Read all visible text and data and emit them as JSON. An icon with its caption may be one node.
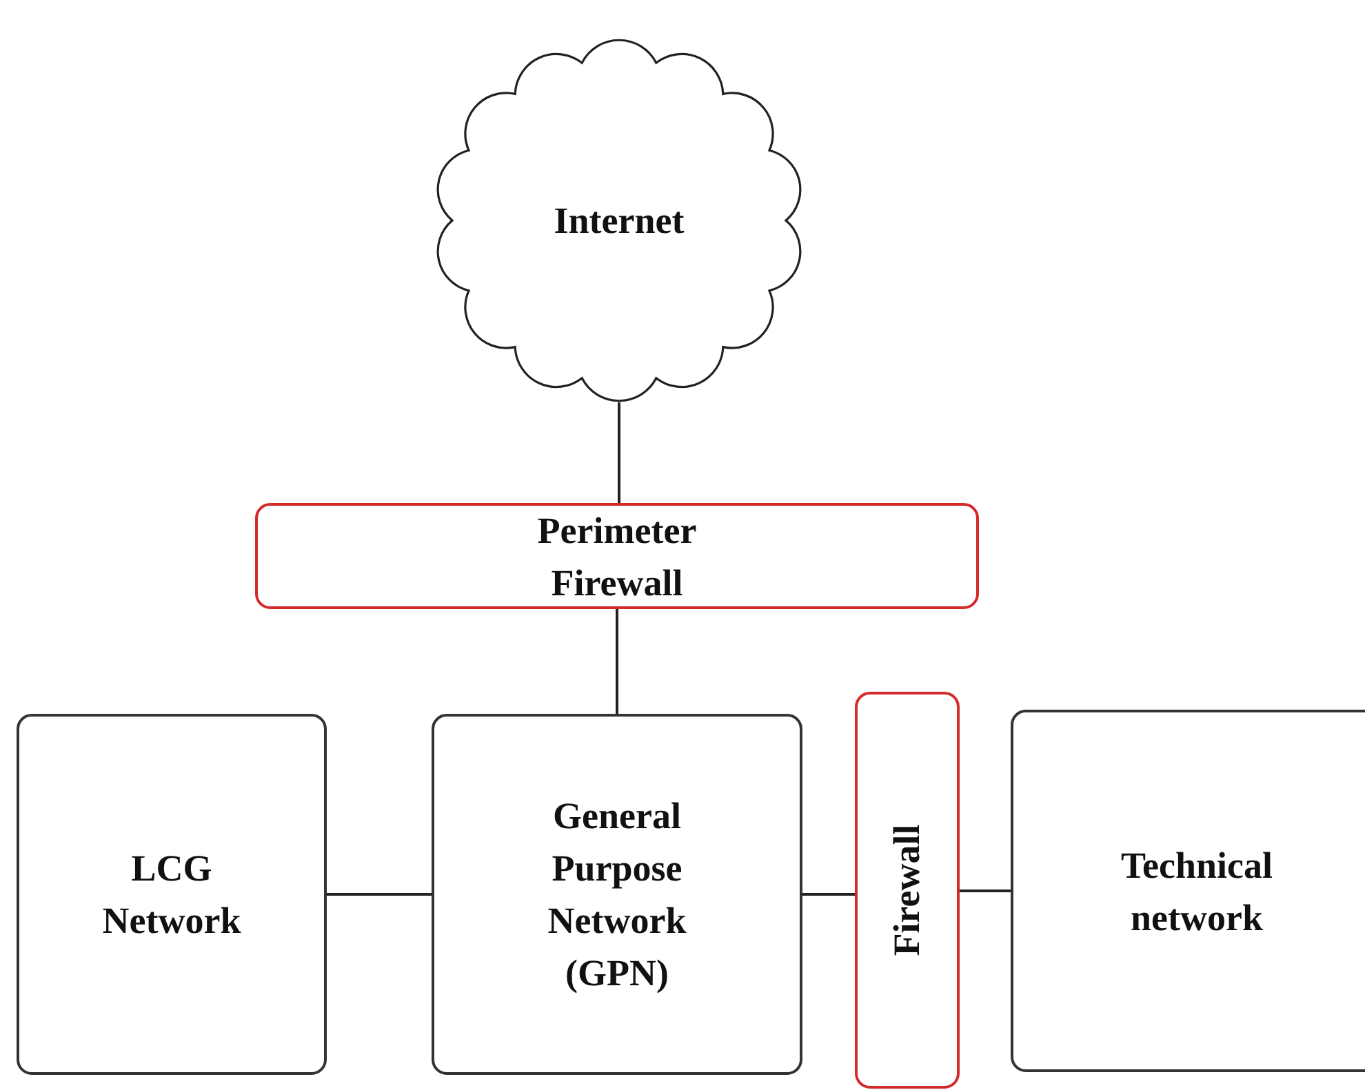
{
  "diagram": {
    "nodes": [
      {
        "text": [
          "Internet"
        ]
      },
      {
        "text": [
          "Perimeter Firewall"
        ]
      },
      {
        "text": [
          "LCG Network"
        ]
      },
      {
        "text": [
          "General Purpose Network (GPN)"
        ]
      },
      {
        "text": [
          "Firewall"
        ]
      },
      {
        "text": [
          "Technical network"
        ]
      }
    ],
    "edges": [
      {
        "from": 0,
        "to": 1,
        "arrow": "none"
      },
      {
        "from": 1,
        "to": 3,
        "arrow": "none"
      },
      {
        "from": 2,
        "to": 3,
        "arrow": "none"
      },
      {
        "from": 3,
        "to": 4,
        "arrow": "none"
      },
      {
        "from": 4,
        "to": 5,
        "arrow": "none"
      }
    ]
  }
}
